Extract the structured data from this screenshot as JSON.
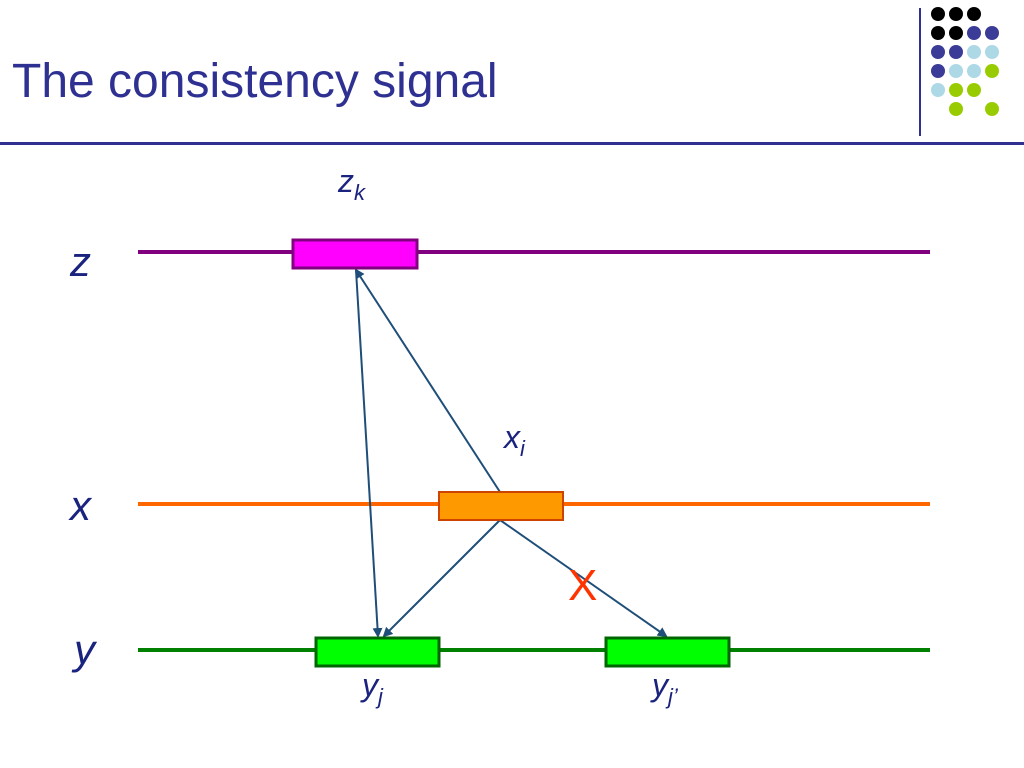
{
  "slide": {
    "title": "The consistency signal"
  },
  "colors": {
    "title": "#2e3192",
    "label": "#1a237e",
    "arrow": "#1f4e79",
    "z_line": "#800080",
    "z_box": "#ff00ff",
    "x_line": "#ff6600",
    "x_box": "#ff9900",
    "y_line": "#008000",
    "y_box": "#00ff00",
    "box_border_x": "#cc4400",
    "box_border_y": "#006600",
    "cross": "#ff3300",
    "divider": "#2e3192"
  },
  "decoration": {
    "dot_grid": [
      [
        "black",
        "black",
        "black",
        "none"
      ],
      [
        "black",
        "black",
        "navy",
        "navy"
      ],
      [
        "navy",
        "navy",
        "lightblue",
        "lightblue"
      ],
      [
        "navy",
        "lightblue",
        "lightblue",
        "green"
      ],
      [
        "lightblue",
        "green",
        "green",
        "none"
      ],
      [
        "none",
        "green",
        "none",
        "green"
      ]
    ],
    "dot_colors": {
      "black": "#000000",
      "navy": "#3b3b98",
      "lightblue": "#add8e6",
      "green": "#99cc00"
    }
  },
  "diagram": {
    "row_labels": {
      "z": "z",
      "x": "x",
      "y": "y"
    },
    "segment_labels": {
      "zk": {
        "base": "z",
        "sub": "k"
      },
      "xi": {
        "base": "x",
        "sub": "i"
      },
      "yj": {
        "base": "y",
        "sub": "j"
      },
      "yj2": {
        "base": "y",
        "sub": "j’"
      }
    },
    "inconsistent_mark": "X"
  }
}
